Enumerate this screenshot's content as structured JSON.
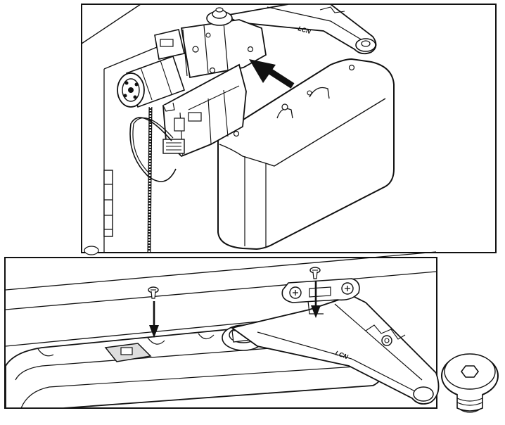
{
  "panels": {
    "top": {
      "arm_brand": "LCN",
      "arrow": "arrow-pointing-to-mounting-slot"
    },
    "bottom": {
      "arm_brand": "LCN",
      "arrows": [
        "arrow-down-screw-left",
        "arrow-down-screw-right"
      ],
      "detail_callout": "hex-socket-screw-detail"
    }
  },
  "colors": {
    "line": "#111111",
    "fill": "#ffffff",
    "shade": "#d9d9d9"
  }
}
